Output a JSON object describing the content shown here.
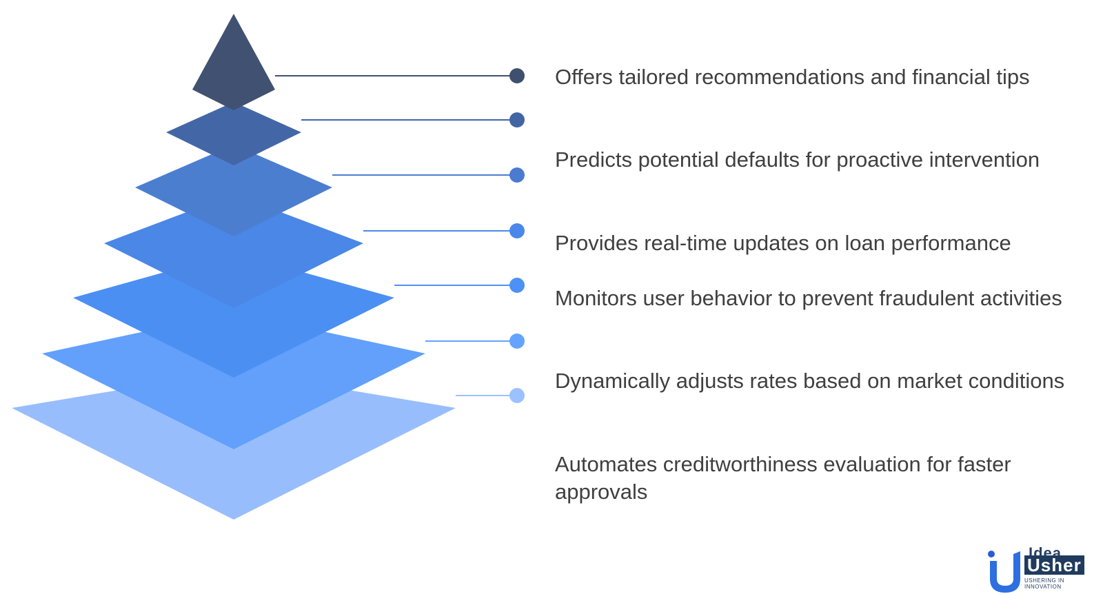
{
  "layers": [
    {
      "label": "Offers tailored recommendations and financial tips",
      "color": "#415172",
      "dot_color": "#3e4f6f"
    },
    {
      "label": "Predicts potential defaults for proactive intervention",
      "color": "#4367a6",
      "dot_color": "#4265a4"
    },
    {
      "label": "Provides real-time updates on loan performance",
      "color": "#4c7ed0",
      "dot_color": "#4b7bd0"
    },
    {
      "label": "Monitors user behavior to prevent fraudulent activities",
      "color": "#4a87e6",
      "dot_color": "#4987ea"
    },
    {
      "label": "Dynamically adjusts rates based on market conditions",
      "color": "#4c8ff3",
      "dot_color": "#4c91f5"
    },
    {
      "label": "Automates creditworthiness evaluation for faster approvals",
      "color": "#62a0fc",
      "dot_color": "#64a3ff"
    },
    {
      "label": "",
      "color": "#98bdfc",
      "dot_color": "#9cc1ff"
    }
  ],
  "line_color": "#3e4f6f",
  "logo": {
    "word1": "Idea",
    "word2": "Usher",
    "tagline": "USHERING IN INNOVATION"
  }
}
